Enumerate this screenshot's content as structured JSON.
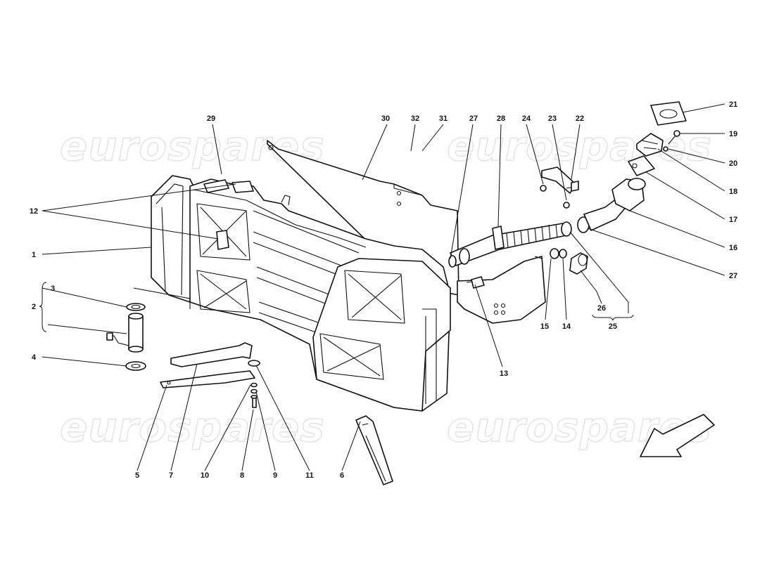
{
  "watermark": {
    "text": "eurospares"
  },
  "callouts": {
    "c1": "1",
    "c2": "2",
    "c3": "3",
    "c4": "4",
    "c5": "5",
    "c6": "6",
    "c7": "7",
    "c8": "8",
    "c9": "9",
    "c10": "10",
    "c11": "11",
    "c12": "12",
    "c13": "13",
    "c14": "14",
    "c15": "15",
    "c16": "16",
    "c17": "17",
    "c18": "18",
    "c19": "19",
    "c20": "20",
    "c21": "21",
    "c22": "22",
    "c23": "23",
    "c24": "24",
    "c25": "25",
    "c26": "26",
    "c27a": "27",
    "c27b": "27",
    "c28": "28",
    "c29": "29",
    "c30": "30",
    "c31": "31",
    "c32": "32"
  },
  "icons": {
    "direction_arrow": "front-direction-arrow-icon"
  }
}
